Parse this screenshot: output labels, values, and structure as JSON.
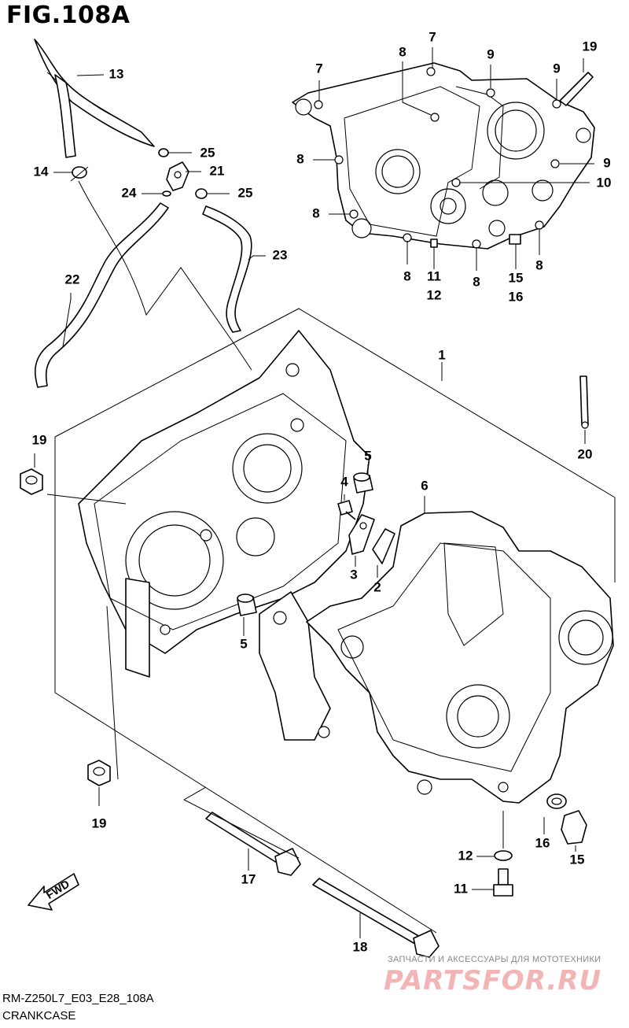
{
  "figure": {
    "title": "FIG.108A",
    "code": "RM-Z250L7_E03_E28_108A",
    "name": "CRANKCASE"
  },
  "watermark": {
    "tagline": "ЗАПЧАСТИ И АКСЕССУАРЫ ДЛЯ МОТОТЕХНИКИ",
    "logo": "PARTSFOR.RU",
    "color": "#f2b4b4"
  },
  "fwd_badge": "FWD",
  "callouts": [
    {
      "id": "c13",
      "text": "13"
    },
    {
      "id": "c25a",
      "text": "25"
    },
    {
      "id": "c14",
      "text": "14"
    },
    {
      "id": "c21",
      "text": "21"
    },
    {
      "id": "c24",
      "text": "24"
    },
    {
      "id": "c25b",
      "text": "25"
    },
    {
      "id": "c22",
      "text": "22"
    },
    {
      "id": "c23",
      "text": "23"
    },
    {
      "id": "c7a",
      "text": "7"
    },
    {
      "id": "c7b",
      "text": "7"
    },
    {
      "id": "c8a",
      "text": "8"
    },
    {
      "id": "c8b",
      "text": "8"
    },
    {
      "id": "c8c",
      "text": "8"
    },
    {
      "id": "c8d",
      "text": "8"
    },
    {
      "id": "c8e",
      "text": "8"
    },
    {
      "id": "c8f",
      "text": "8"
    },
    {
      "id": "c9a",
      "text": "9"
    },
    {
      "id": "c9b",
      "text": "9"
    },
    {
      "id": "c9c",
      "text": "9"
    },
    {
      "id": "c19a",
      "text": "19"
    },
    {
      "id": "c10",
      "text": "10"
    },
    {
      "id": "c11a",
      "text": "11"
    },
    {
      "id": "c12a",
      "text": "12"
    },
    {
      "id": "c15a",
      "text": "15"
    },
    {
      "id": "c16a",
      "text": "16"
    },
    {
      "id": "c1",
      "text": "1"
    },
    {
      "id": "c20",
      "text": "20"
    },
    {
      "id": "c19b",
      "text": "19"
    },
    {
      "id": "c5a",
      "text": "5"
    },
    {
      "id": "c4",
      "text": "4"
    },
    {
      "id": "c6",
      "text": "6"
    },
    {
      "id": "c3",
      "text": "3"
    },
    {
      "id": "c2",
      "text": "2"
    },
    {
      "id": "c5b",
      "text": "5"
    },
    {
      "id": "c19c",
      "text": "19"
    },
    {
      "id": "c16b",
      "text": "16"
    },
    {
      "id": "c15b",
      "text": "15"
    },
    {
      "id": "c12b",
      "text": "12"
    },
    {
      "id": "c11b",
      "text": "11"
    },
    {
      "id": "c17",
      "text": "17"
    },
    {
      "id": "c18",
      "text": "18"
    }
  ]
}
